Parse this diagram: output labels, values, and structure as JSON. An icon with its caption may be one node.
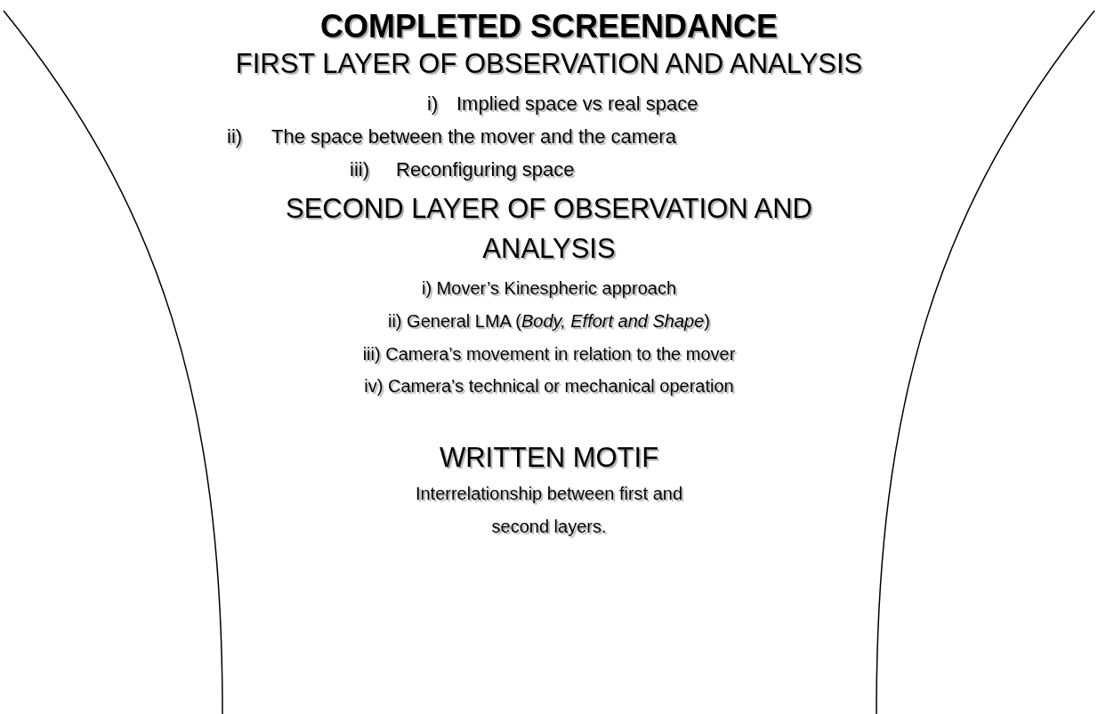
{
  "diagram": {
    "title": "COMPLETED SCREENDANCE",
    "labels": [
      "FIRST LAYER OF OBSERVATION AND ANALYSIS",
      "i)",
      "Implied space vs real space",
      "ii)",
      "The space between the mover and the camera",
      "iii)",
      "Reconfiguring space",
      "SECOND LAYER OF OBSERVATION AND ANALYSIS",
      "i) Mover’s Kinespheric approach",
      "ii) General LMA (*Body, Effort and Shape*)",
      "iii) Camera’s movement in relation to the mover",
      "iv) Camera’s technical or mechanical operation",
      "WRITTEN MOTIF",
      "Interrelationship between first and second layers."
    ]
  }
}
